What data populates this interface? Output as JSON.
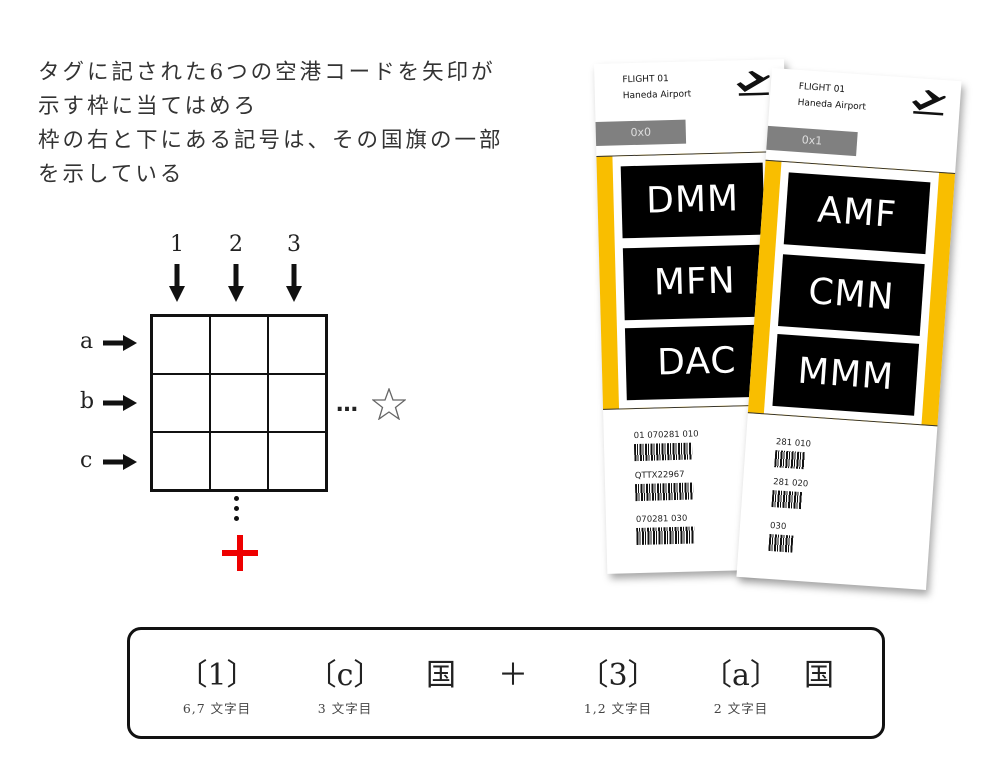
{
  "instructions": [
    {
      "line1": "タグに記された6つの空港コードを矢印が",
      "line2": "示す枠に当てはめろ"
    },
    {
      "line1": "枠の右と下にある記号は、その国旗の一部",
      "line2": "を示している"
    }
  ],
  "grid": {
    "columns": [
      "1",
      "2",
      "3"
    ],
    "rows": [
      "a",
      "b",
      "c"
    ],
    "right_marker": {
      "dots": "…",
      "symbol": "☆"
    },
    "bottom_marker": {
      "symbol": "+",
      "color": "#e00000"
    }
  },
  "tickets": [
    {
      "flight": "FLIGHT 01",
      "airport": "Haneda Airport",
      "tag": "0x0",
      "codes": [
        "DMM",
        "MFN",
        "DAC"
      ],
      "barcodes": [
        "01   070281 010",
        "QTTX22967",
        "070281 030"
      ]
    },
    {
      "flight": "FLIGHT 01",
      "airport": "Haneda Airport",
      "tag": "0x1",
      "codes": [
        "AMF",
        "CMN",
        "MMM"
      ],
      "barcodes": [
        "281 010",
        "281 020",
        "030"
      ]
    }
  ],
  "colors": {
    "ticket_band": "#F9BE00",
    "tag_bg": "#808080"
  },
  "formula": {
    "items": [
      {
        "main": "〔1〕",
        "sub": "6,7 文字目"
      },
      {
        "main": "〔c〕",
        "sub": "3 文字目"
      },
      {
        "main": "国",
        "sub": ""
      },
      {
        "main": "＋",
        "sub": ""
      },
      {
        "main": "〔3〕",
        "sub": "1,2 文字目"
      },
      {
        "main": "〔a〕",
        "sub": "2 文字目"
      },
      {
        "main": "国",
        "sub": ""
      }
    ]
  }
}
